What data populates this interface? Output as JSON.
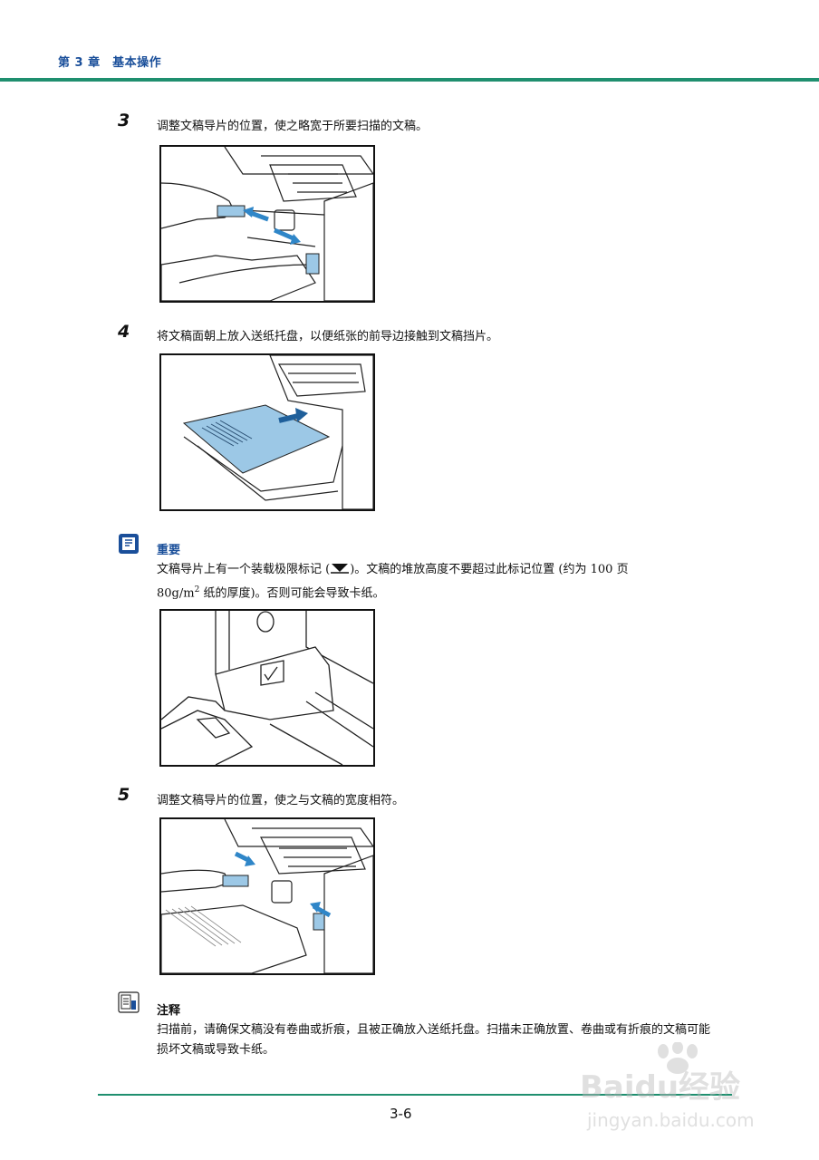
{
  "header": {
    "chapter_title": "第 3 章　基本操作"
  },
  "steps": [
    {
      "number": "3",
      "text": "调整文稿导片的位置，使之略宽于所要扫描的文稿。"
    },
    {
      "number": "4",
      "text": "将文稿面朝上放入送纸托盘，以便纸张的前导边接触到文稿挡片。"
    },
    {
      "number": "5",
      "text": "调整文稿导片的位置，使之与文稿的宽度相符。"
    }
  ],
  "important": {
    "title": "重要",
    "line1_a": "文稿导片上有一个装载极限标记 (",
    "line1_b": ")。文稿的堆放高度不要超过此标记位置 (约为 100 页",
    "line2_a": "80g/m",
    "line2_sup": "2",
    "line2_b": " 纸的厚度)。否则可能会导致卡纸。"
  },
  "note": {
    "title": "注释",
    "body": "扫描前，请确保文稿没有卷曲或折痕，且被正确放入送纸托盘。扫描未正确放置、卷曲或有折痕的文稿可能损坏文稿或导致卡纸。"
  },
  "footer": {
    "page_number": "3-6"
  },
  "watermark": {
    "line1": "Baidu经验",
    "line2": "jingyan.baidu.com"
  },
  "colors": {
    "accent_green": "#1f8f6f",
    "heading_blue": "#1a4f9a",
    "arrow_blue": "#2f86c8",
    "paper_blue": "#9cc8e6"
  }
}
